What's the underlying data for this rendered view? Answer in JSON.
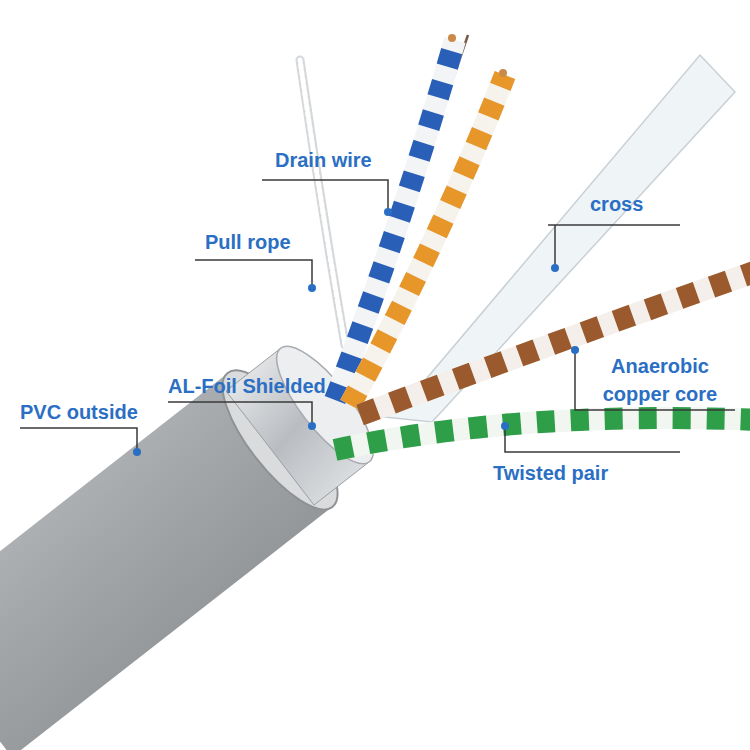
{
  "diagram": {
    "labels": [
      "Drain wire",
      "cross",
      "Pull rope",
      "Anaerobic copper core",
      "PVC outside",
      "AL-Foil Shielded",
      "Twisted pair"
    ]
  }
}
